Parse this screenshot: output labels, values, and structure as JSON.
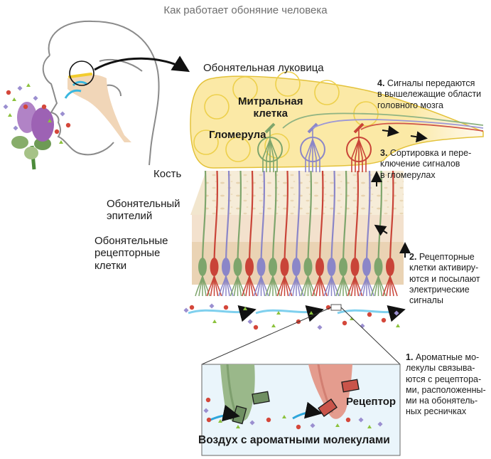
{
  "title": "Как работает обоняние человека",
  "labels": {
    "bulb": "Обонятельная  луковица",
    "mitral_cell": [
      "Митральная",
      "клетка"
    ],
    "glomerulus": "Гломерула",
    "bone": "Кость",
    "epithelium": [
      "Обонятельный",
      "эпителий"
    ],
    "receptor_cells": [
      "Обонятельные",
      "рецепторные",
      "клетки"
    ],
    "receptor": "Рецептор",
    "air": "Воздух с ароматными молекулами"
  },
  "steps": [
    {
      "num": "1.",
      "lines": [
        "Ароматные мо-",
        "лекулы связыва-",
        "ются с рецептора-",
        "ми, расположенны-",
        "ми на обонятель-",
        "ных ресничках"
      ]
    },
    {
      "num": "2.",
      "lines": [
        "Рецепторные",
        "клетки активиру-",
        "ются и посылают",
        "электрические",
        "сигналы"
      ]
    },
    {
      "num": "3.",
      "lines": [
        "Сортировка и пере-",
        "ключение сигналов",
        "в гломерулах"
      ]
    },
    {
      "num": "4.",
      "lines": [
        "Сигналы передаются",
        "в вышележащие области",
        "головного мозга"
      ]
    }
  ],
  "colors": {
    "bulb_fill": "#fbe9a6",
    "bulb_stroke": "#e3c23a",
    "bone": "#f5ead4",
    "epithelium": "#ead3b4",
    "neuron_green": "#7ea56c",
    "neuron_purple": "#8b86c8",
    "neuron_red": "#c94438",
    "air_flow": "#7fd0ee",
    "inset_bg": "#eaf5fb"
  }
}
